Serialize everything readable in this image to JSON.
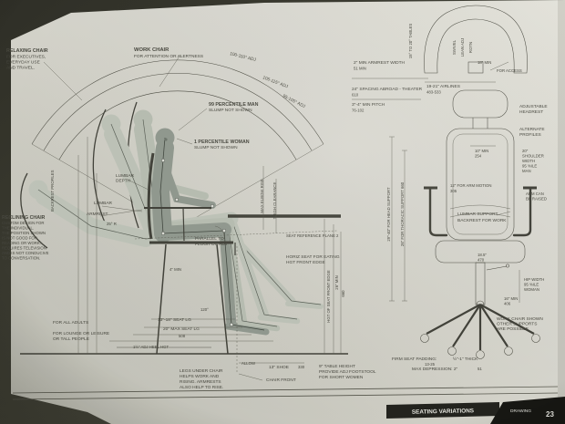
{
  "page": {
    "footer_bar": "SEATING VARIATIONS",
    "drawing_label": "DRAWING",
    "drawing_number": "23"
  },
  "colors": {
    "page_light": "#e9e8e2",
    "page_dark": "#c2c2ba",
    "ink": "#45453e",
    "figure_dark": "#939b93",
    "figure_light": "#c3c9bf",
    "tab_black": "#141412"
  },
  "labels": {
    "relaxing_chair": [
      "RELAXING CHAIR",
      "FOR EXECUTIVES,",
      "EVERYDAY USE",
      "AND TRAVEL."
    ],
    "backrest_profiles": "BACKREST PROFILES",
    "reclining_chair": [
      "RECLINING CHAIR",
      "CUSTOM DESIGN FOR",
      "THE INDIVIDUAL.",
      "THE POSITION SHOWN",
      "IS NOT GOOD FOR",
      "READING OR WORK.",
      "REQUIRES TELEVISION",
      "AND IS NOT CONDUCIVE",
      "TO CONVERSATION."
    ],
    "work_chair": [
      "WORK CHAIR",
      "FOR ATTENTION OR ALERTNESS"
    ],
    "percentile_man": [
      "99 PERCENTILE MAN",
      "SLUMP NOT SHOWN"
    ],
    "percentile_woman": [
      "1 PERCENTILE WOMAN",
      "SLUMP NOT SHOWN"
    ],
    "arc_adj_1": "100-110° ADJ",
    "arc_adj_2": "105-115° ADJ",
    "arc_adj_3": "95-105° ADJ",
    "lumbar_depth": [
      "LUMBAR",
      "DEPTH"
    ],
    "lumbar": "LUMBAR",
    "armrest": "ARMREST",
    "radius_25": "25° R",
    "max_elbow_rise": "MAX ELBOW RISE",
    "thigh_clearance": "THIGH CLEARANCE",
    "parallel_floor": [
      "PARALLEL TO",
      "FLOOR OR ADJ"
    ],
    "seat_reference": "SEAT REFERENCE PLANE 2",
    "horiz_seat": [
      "HORIZ SEAT FOR EATING",
      "HGT FRONT EDGE"
    ],
    "dim_4min": "4\" MIN",
    "dim_120": "120°",
    "seat_lg": "13\"-18\" SEAT LG",
    "seat_lg_max": "20\" MAX SEAT LG",
    "dim_508": "508",
    "for_all_adults": "FOR ALL ADULTS",
    "for_lounge": [
      "FOR LOUNGE OR LEISURE",
      "OR TALL PEOPLE"
    ],
    "heel_hgt": "1½\" ADJ HEEL HGT",
    "legs_under": [
      "LEGS UNDER CHAIR",
      "HELPS WORK AND",
      "RISING. ARMRESTS",
      "ALSO HELP TO RISE."
    ],
    "allow": "ALLOW",
    "shoe": "13\" SHOE",
    "dim_330": "330",
    "chair_front": "CHAIR FRONT",
    "table_height": [
      "9\" TABLE HEIGHT",
      "PROVIDE ADJ FOOTSTOOL",
      "FOR SHORT WOMEN"
    ],
    "seat_front_edge": "HGT OF SEAT FRONT EDGE",
    "dim_26min": "26\" MIN",
    "dim_660": "660",
    "armrest_width": [
      "2\" MIN ARMREST WIDTH",
      "51 MIN"
    ],
    "spacing_theater": [
      "24\" SPACING ABROAD - THEATER",
      "610"
    ],
    "airlines": [
      "19-21\" AIRLINES",
      "483-533"
    ],
    "min_pitch": [
      "3\"-4\" MIN PITCH",
      "76-102"
    ],
    "tables_angle": "15° TO 20° TABLES",
    "swivel": "SWIVEL",
    "lean_adj": "LEAN ADJ",
    "rotn": "ROTN",
    "access": [
      "18\" MIN",
      "FOR ACCESS"
    ],
    "adjustable_headrest": [
      "ADJUSTABLE",
      "HEADREST"
    ],
    "alternate_profiles": [
      "ALTERNATE",
      "PROFILES"
    ],
    "shoulder": [
      "20\"",
      "SHOULDER",
      "WIDTH",
      "95 %ILE",
      "MAN"
    ],
    "ten_min": [
      "10\" MIN",
      "254"
    ],
    "arm_motion": [
      "12\" FOR ARM MOTION",
      "305"
    ],
    "arm_can": [
      "ARM CAN",
      "BE RAISED"
    ],
    "lumbar_support": "LUMBAR SUPPORT",
    "backrest_work": "BACKREST FOR WORK",
    "head_support": "29\"-40\" FOR HEAD SUPPORT",
    "thoracic_support": "26\" FOR THORACIC SUPPORT 660",
    "hip_width": [
      "18.5\"",
      "470",
      "HIP WIDTH",
      "95 %ILE",
      "WOMAN"
    ],
    "sixteen_min": [
      "16\" MIN",
      "406"
    ],
    "work_chair_shown": [
      "WORK CHAIR SHOWN",
      "OTHER SUPPORTS",
      "ARE POSSIBLE"
    ],
    "firm_seat": [
      "FIRM SEAT PADDING:",
      "½\"-1\" THICK",
      "13-25"
    ],
    "max_depression": [
      "MAX DEPRESSION: 2\"",
      "51"
    ]
  }
}
